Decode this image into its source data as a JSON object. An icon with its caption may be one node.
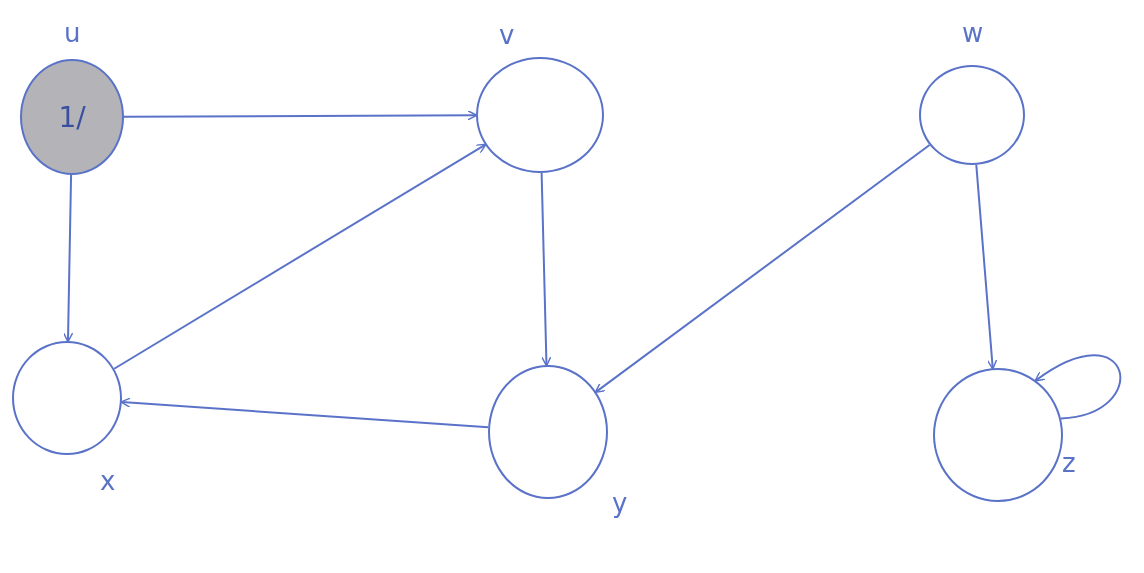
{
  "diagram": {
    "nodes": [
      {
        "text": [
          "1/"
        ],
        "beside": [
          "u"
        ]
      },
      {
        "text": [],
        "shape": "circle",
        "beside": [
          "v"
        ]
      },
      {
        "text": [],
        "shape": "circle",
        "beside": [
          "w"
        ]
      },
      {
        "text": [],
        "shape": "circle",
        "beside": [
          "x"
        ]
      },
      {
        "text": [],
        "shape": "circle",
        "beside": [
          "y"
        ]
      },
      {
        "text": [],
        "shape": "circle",
        "beside": [
          "z"
        ]
      }
    ],
    "edges": [
      {
        "from": 0,
        "to": 1,
        "arrow": "to"
      },
      {
        "from": 0,
        "to": 3,
        "arrow": "to"
      },
      {
        "from": 3,
        "to": 1,
        "arrow": "to"
      },
      {
        "from": 1,
        "to": 4,
        "arrow": "to"
      },
      {
        "from": 4,
        "to": 3,
        "arrow": "to"
      },
      {
        "from": 2,
        "to": 4,
        "arrow": "to"
      },
      {
        "from": 2,
        "to": 5,
        "arrow": "to"
      },
      {
        "from": 5,
        "to": 5,
        "arrow": "to"
      }
    ]
  }
}
